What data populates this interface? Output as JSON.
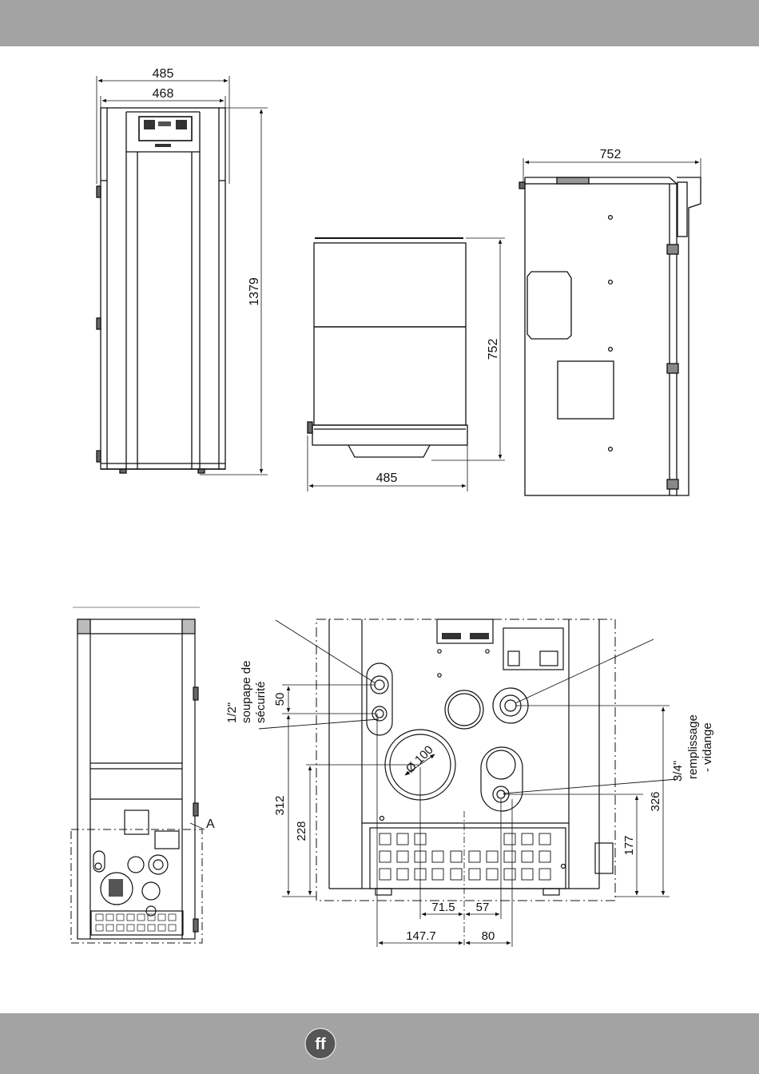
{
  "front_view": {
    "width_outer": "485",
    "width_inner": "468",
    "height": "1379"
  },
  "top_view": {
    "depth": "752",
    "width": "485"
  },
  "side_view": {
    "depth": "752"
  },
  "rear_detail": {
    "callout": "A",
    "labels": {
      "valve_size": "1/2\"",
      "valve_name_line1": "soupape de",
      "valve_name_line2": "sécurité",
      "fill_size": "3/4\"",
      "fill_name_line1": "remplissage",
      "fill_name_line2": "- vidange",
      "flue_diameter": "Ø 100"
    },
    "dimensions": {
      "valve_gap": "50",
      "valve_height": "312",
      "flue_height": "228",
      "fill_height": "326",
      "side_height": "177",
      "offset_left_small": "71.5",
      "offset_right_small": "57",
      "offset_left_large": "147.7",
      "offset_right_large": "80"
    }
  },
  "colors": {
    "bar": "#a3a3a3",
    "logo": "#555555"
  },
  "logo": {
    "icon": "brand-logo-icon",
    "text": "ff"
  }
}
